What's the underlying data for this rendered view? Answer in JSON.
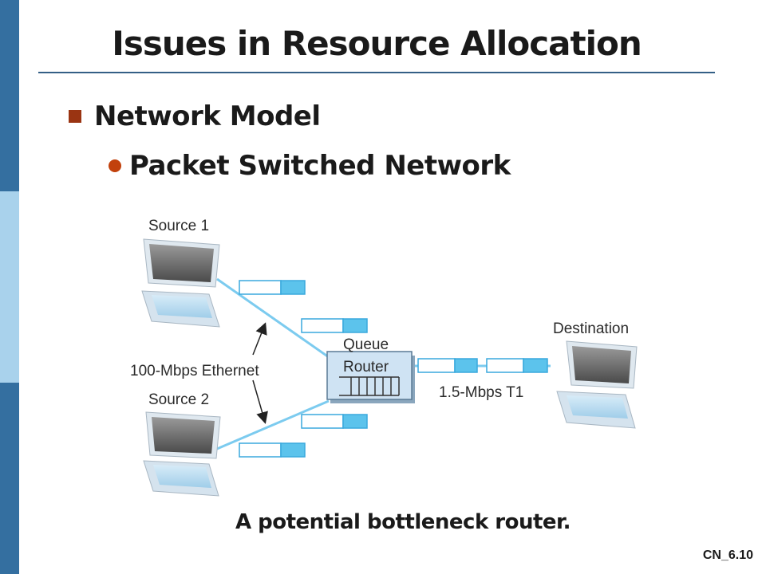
{
  "slide": {
    "title": "Issues in Resource Allocation",
    "bullet_level1": "Network Model",
    "bullet_level2": "Packet Switched Network",
    "caption": "A potential bottleneck router.",
    "slide_number": "CN_6.10"
  },
  "diagram": {
    "source1_label": "Source 1",
    "source2_label": "Source 2",
    "destination_label": "Destination",
    "ethernet_label": "100-Mbps Ethernet",
    "queue_label": "Queue",
    "router_label": "Router",
    "t1_label": "1.5-Mbps T1"
  },
  "colors": {
    "sidebar_dark": "#346fa0",
    "sidebar_light": "#a9d2ec",
    "link": "#7ccbef",
    "packet_fill": "#5cc3ec",
    "router_fill": "#cfe3f3",
    "bullet_square": "#9a3412",
    "bullet_dot": "#c2410c"
  }
}
